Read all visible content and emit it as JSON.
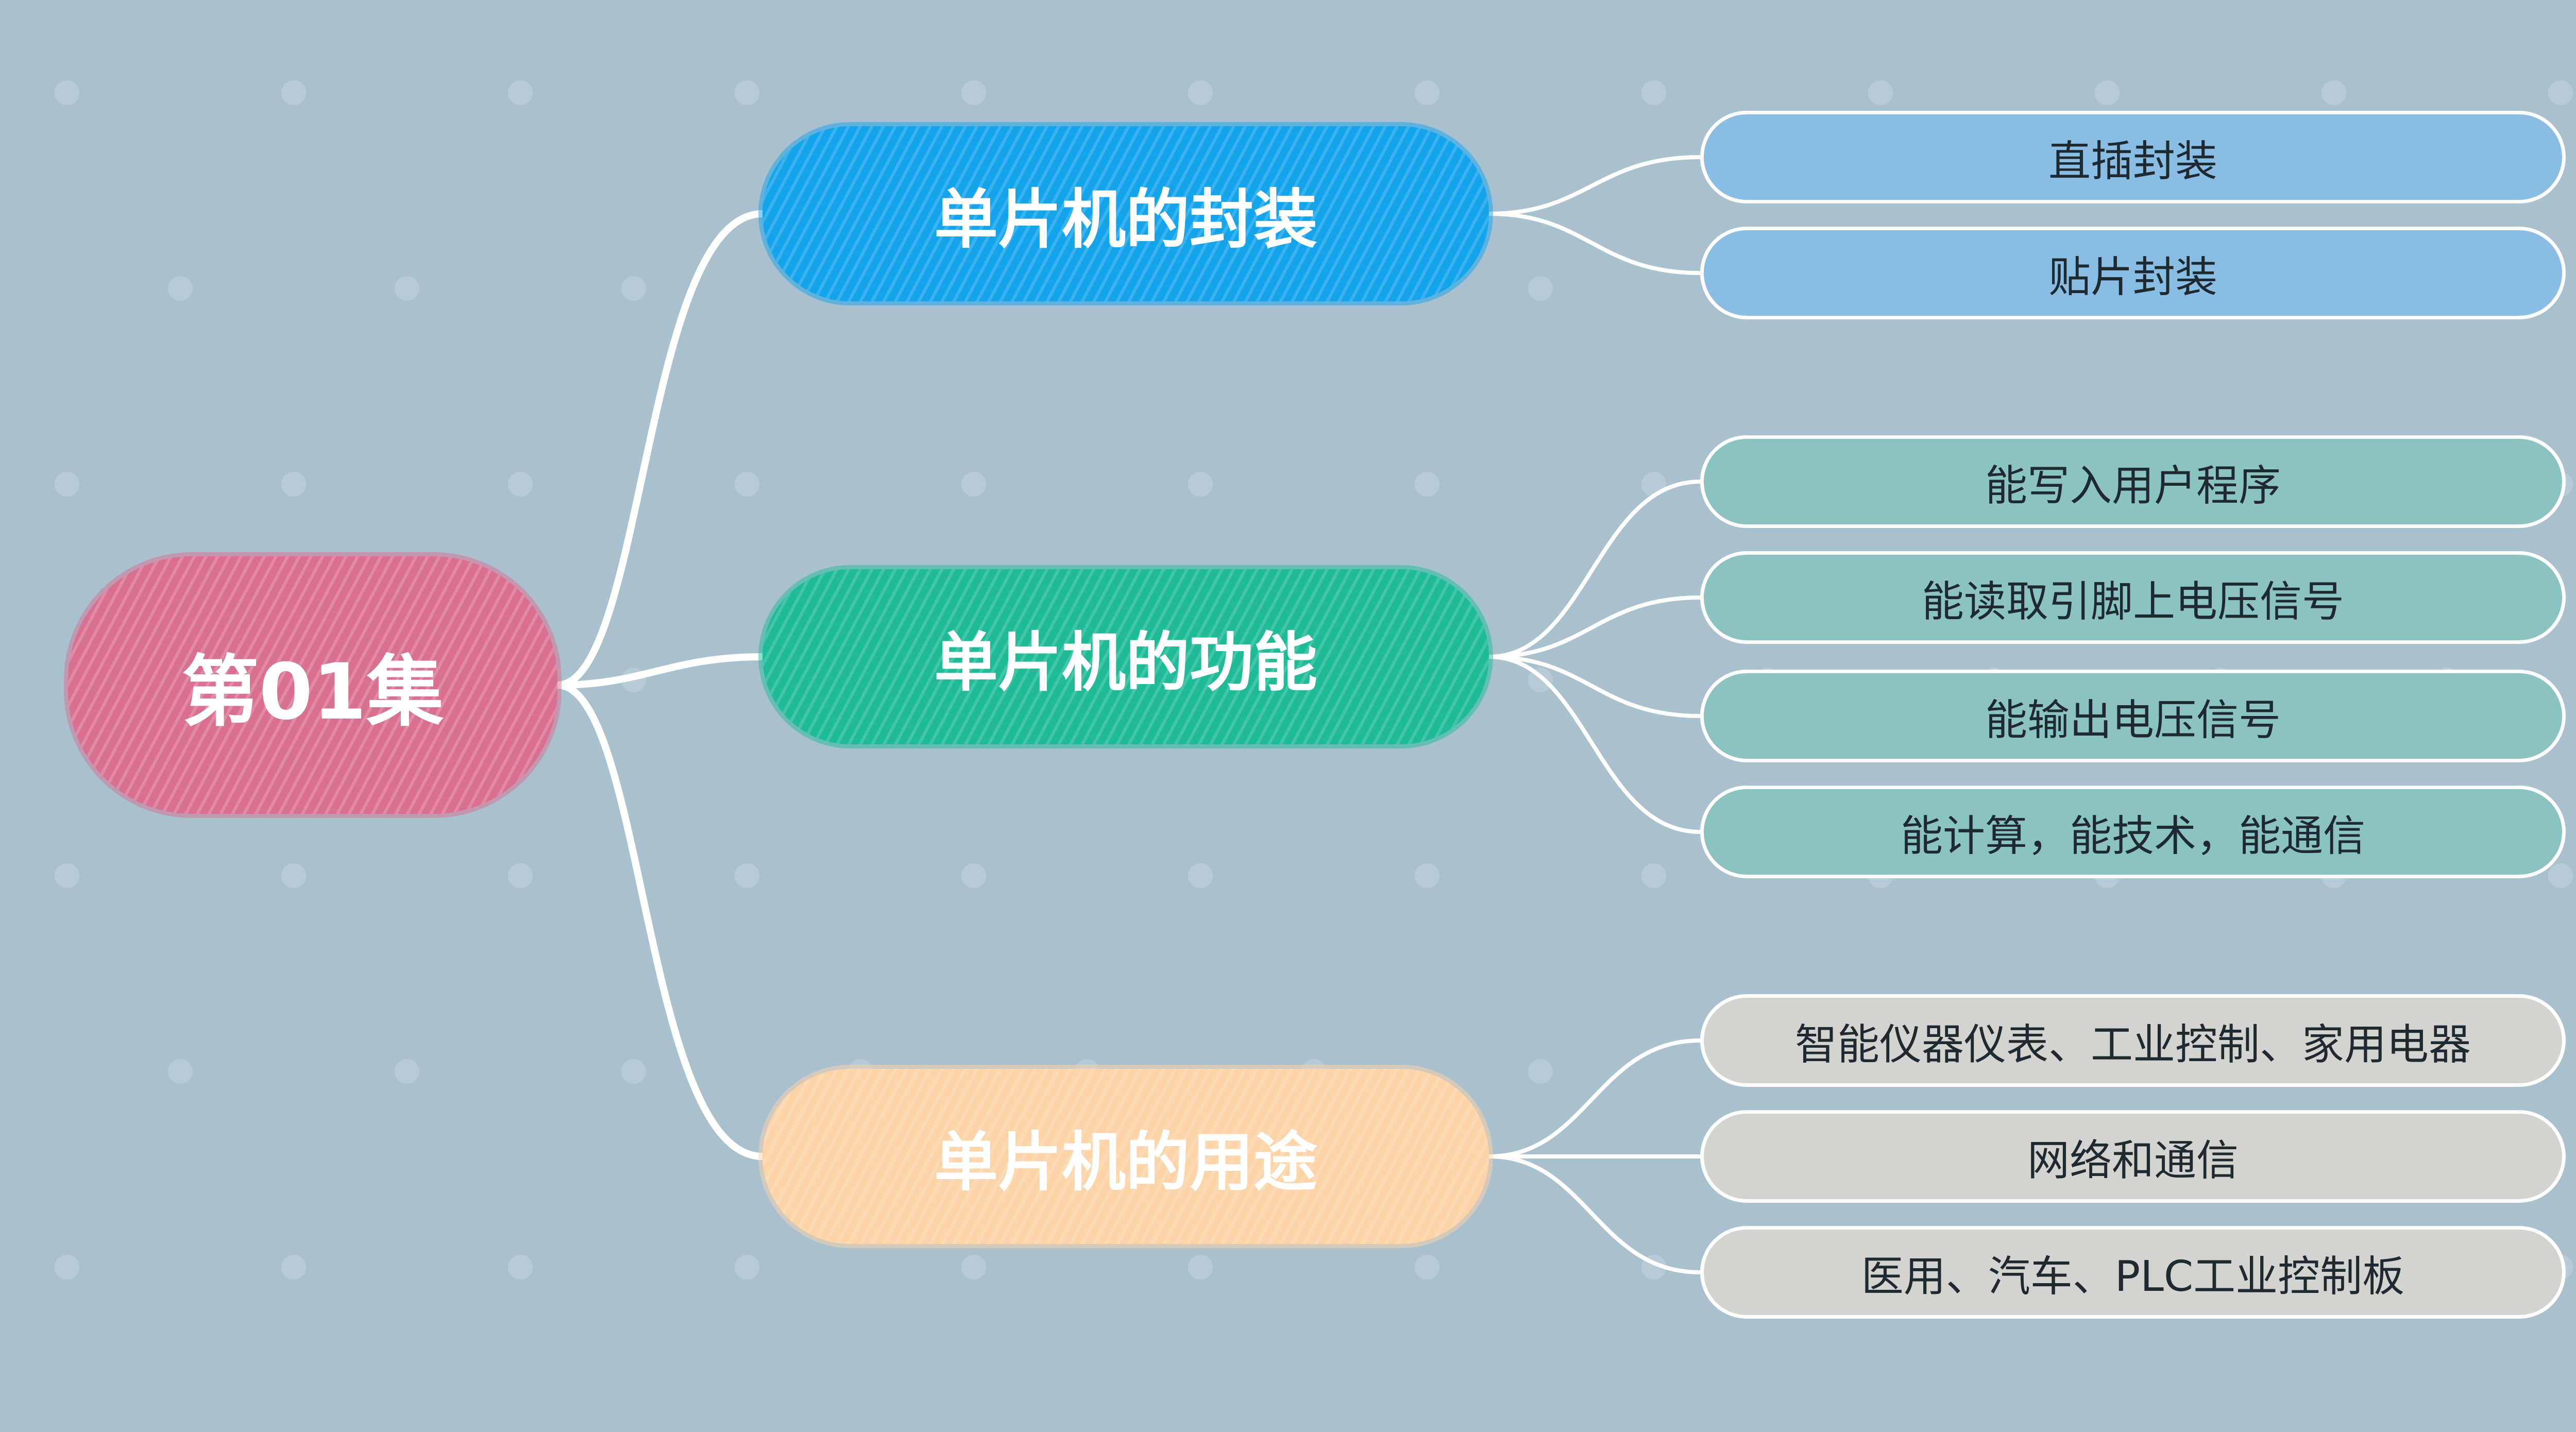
{
  "colors": {
    "background": "#a9c1ce",
    "root": "#d9708f",
    "branch_package": "#14a4ec",
    "branch_function": "#1fbb97",
    "branch_usage": "#fdd3a8",
    "leaf_package": "#89bde3",
    "leaf_function": "#8ac3bf",
    "leaf_usage": "#d3d3cf",
    "connector": "#ffffff"
  },
  "root": {
    "label": "第01集"
  },
  "branches": [
    {
      "label": "单片机的封装",
      "leaves": [
        "直插封装",
        "贴片封装"
      ]
    },
    {
      "label": "单片机的功能",
      "leaves": [
        "能写入用户程序",
        "能读取引脚上电压信号",
        "能输出电压信号",
        "能计算，能技术，能通信"
      ]
    },
    {
      "label": "单片机的用途",
      "leaves": [
        "智能仪器仪表、工业控制、家用电器",
        "网络和通信",
        "医用、汽车、PLC工业控制板"
      ]
    }
  ]
}
